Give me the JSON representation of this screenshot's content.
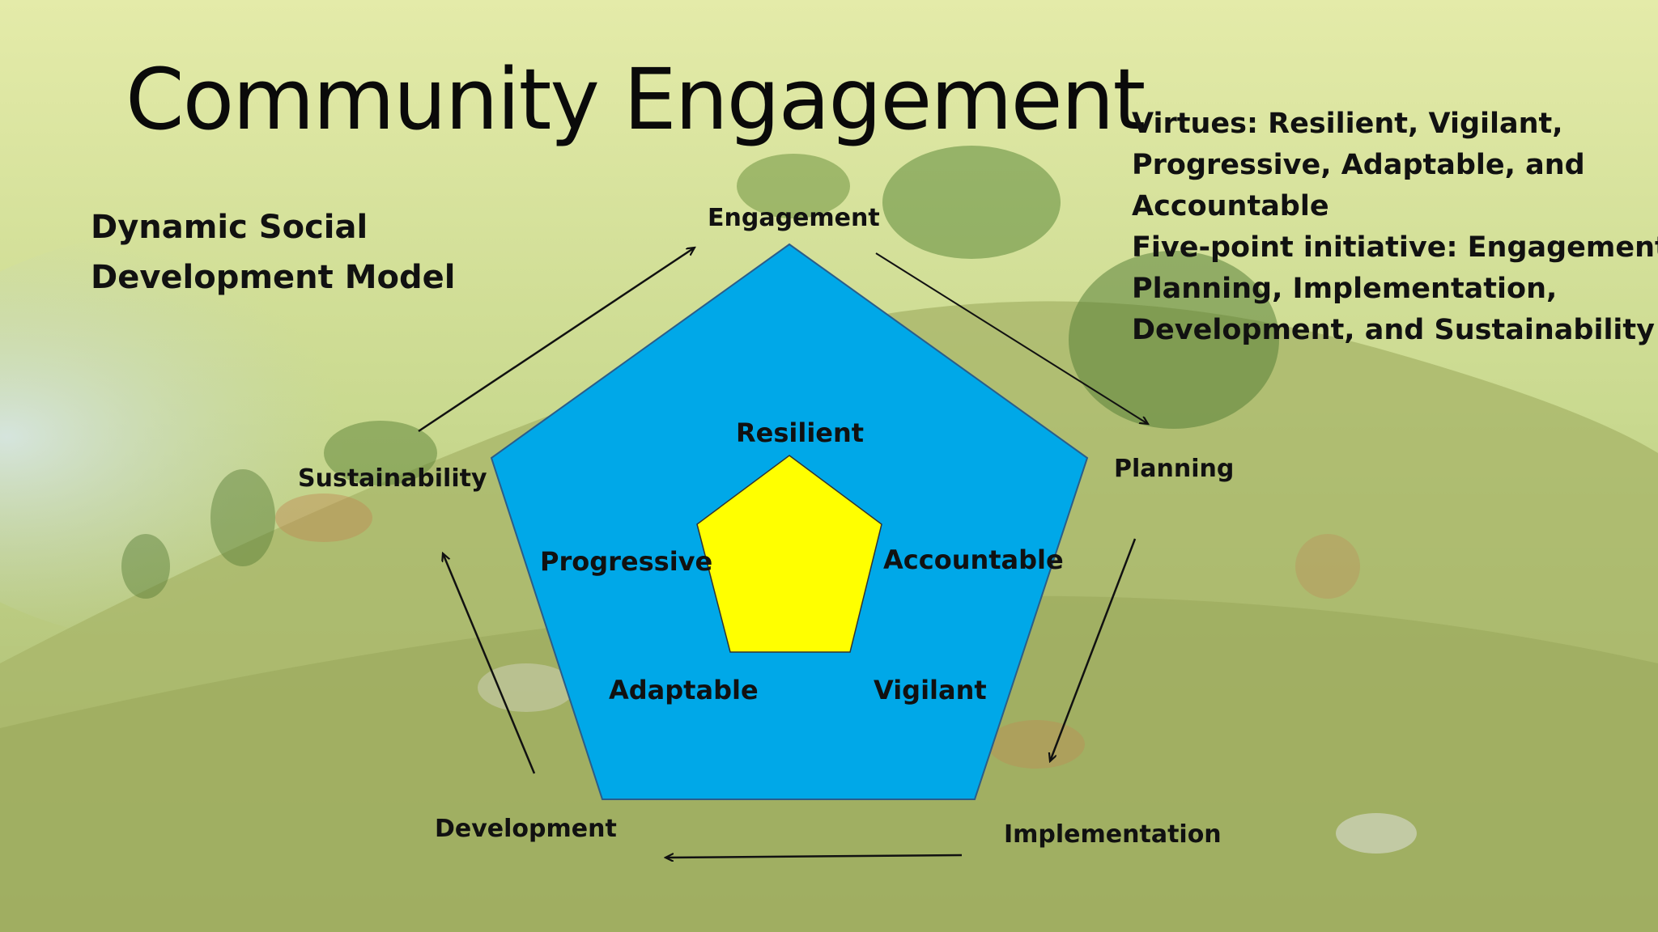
{
  "title": "Community Engagement",
  "subtitle": {
    "line1": "Dynamic Social",
    "line2": "Development Model"
  },
  "virtues_block": {
    "lines": [
      "Virtues: Resilient, Vigilant,",
      "Progressive, Adaptable, and",
      "Accountable",
      "Five-point initiative: Engagement,",
      "Planning, Implementation,",
      "Development, and Sustainability"
    ]
  },
  "cycle": {
    "engagement": "Engagement",
    "planning": "Planning",
    "implementation": "Implementation",
    "development": "Development",
    "sustainability": "Sustainability"
  },
  "virtues": {
    "resilient": "Resilient",
    "accountable": "Accountable",
    "vigilant": "Vigilant",
    "adaptable": "Adaptable",
    "progressive": "Progressive"
  },
  "colors": {
    "outer_pentagon": "#00a8e8",
    "inner_pentagon": "#ffff00",
    "arrow": "#111111"
  }
}
